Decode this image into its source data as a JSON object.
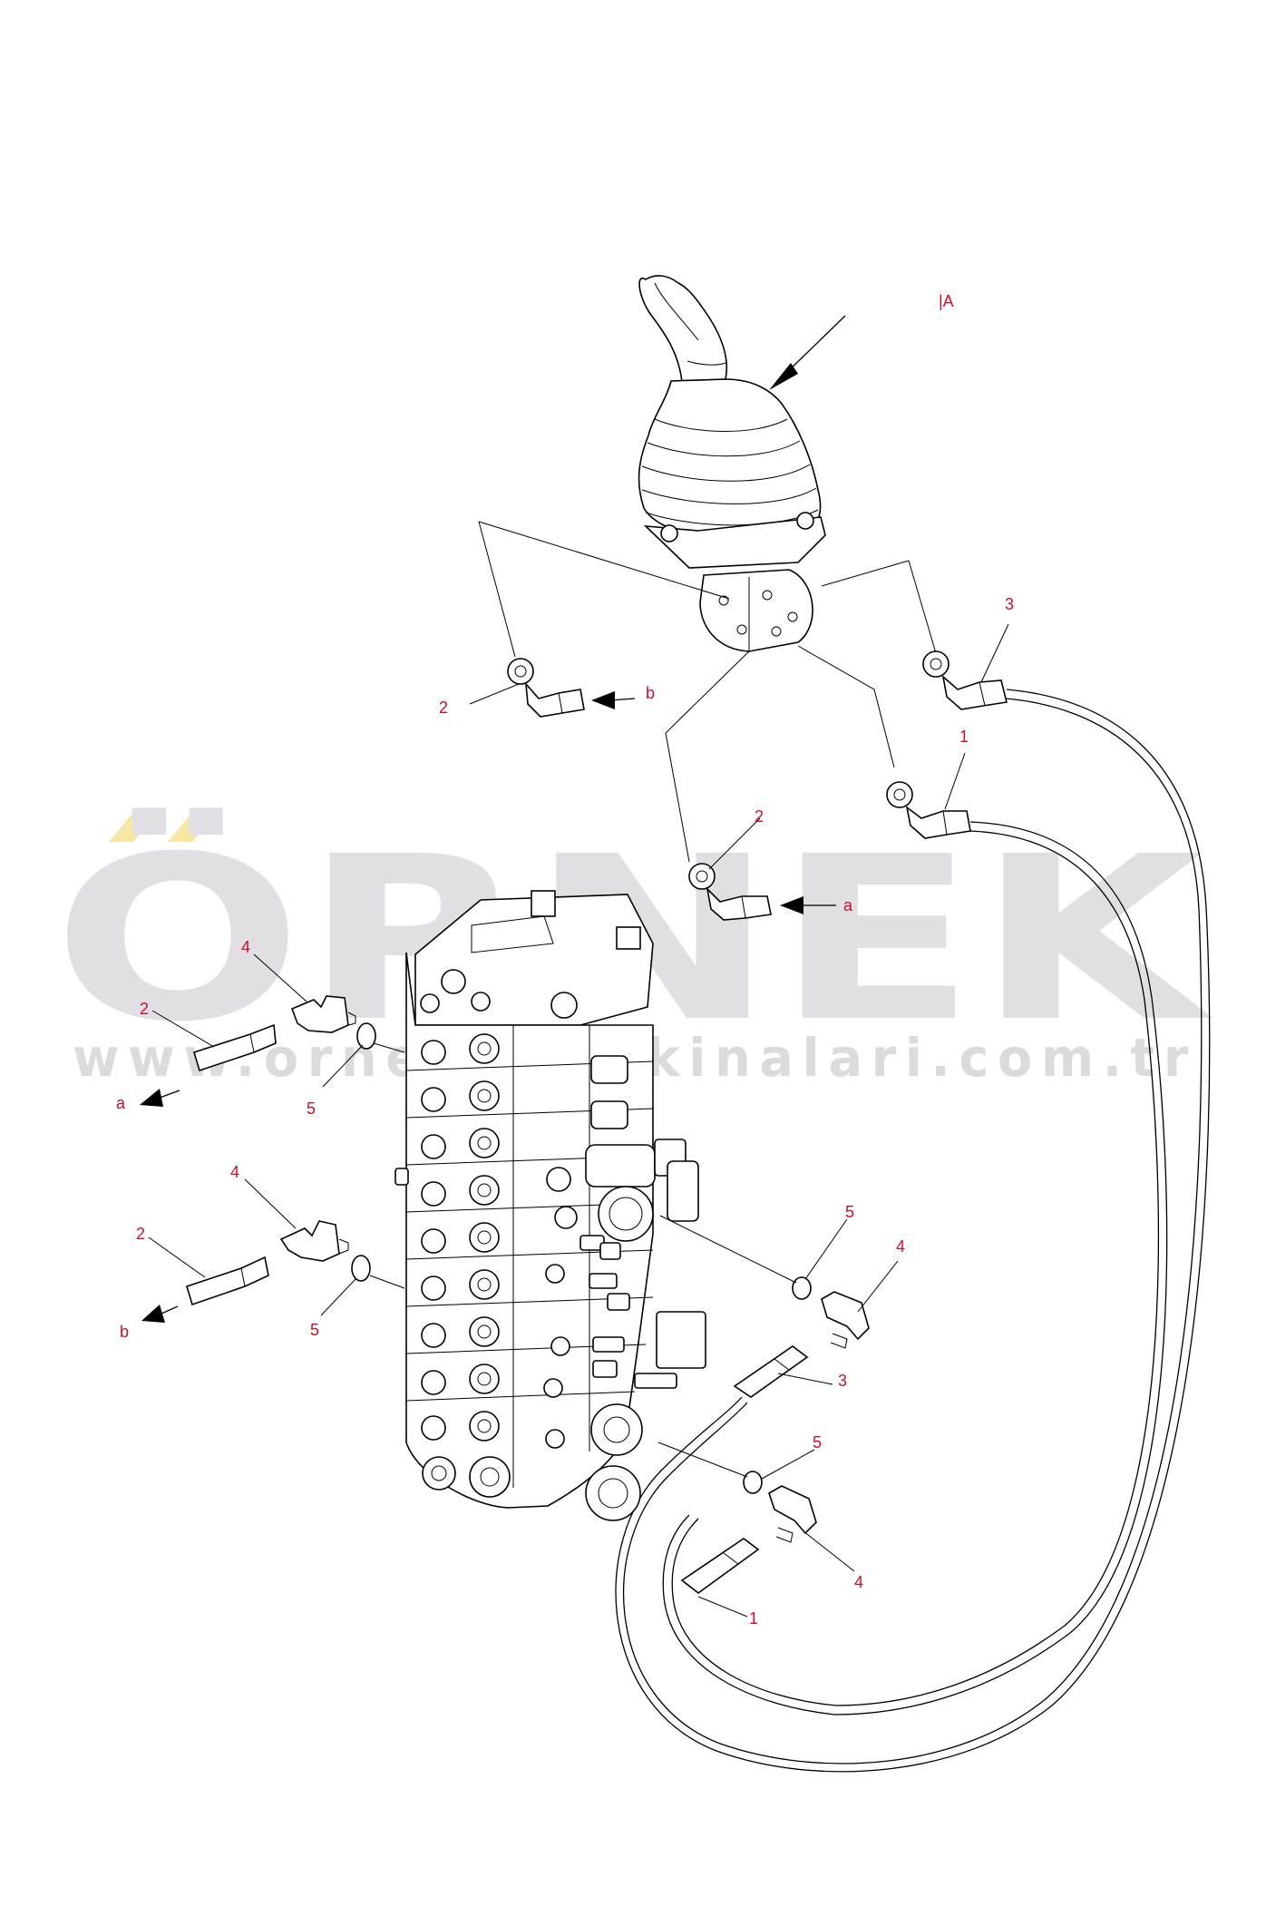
{
  "diagram": {
    "view_label": "|A",
    "callouts": [
      {
        "id": "c-3-top",
        "text": "3"
      },
      {
        "id": "c-1-top",
        "text": "1"
      },
      {
        "id": "c-2-left",
        "text": "2"
      },
      {
        "id": "c-2-mid",
        "text": "2"
      },
      {
        "id": "c-4-a",
        "text": "4"
      },
      {
        "id": "c-2-a",
        "text": "2"
      },
      {
        "id": "c-5-a",
        "text": "5"
      },
      {
        "id": "c-4-b",
        "text": "4"
      },
      {
        "id": "c-2-b",
        "text": "2"
      },
      {
        "id": "c-5-b",
        "text": "5"
      },
      {
        "id": "c-5-r1",
        "text": "5"
      },
      {
        "id": "c-4-r1",
        "text": "4"
      },
      {
        "id": "c-3-r",
        "text": "3"
      },
      {
        "id": "c-5-r2",
        "text": "5"
      },
      {
        "id": "c-4-r2",
        "text": "4"
      },
      {
        "id": "c-1-r",
        "text": "1"
      }
    ],
    "flow_marks": {
      "b_top": "b",
      "a_mid": "a",
      "a_left": "a",
      "b_left": "b"
    }
  },
  "watermark": {
    "brand": "ÖRNEK",
    "url": "www.ornekiumakinalari.com.tr"
  },
  "colors": {
    "callout": "#c8102e",
    "watermark_gray": "#e1dfe3",
    "watermark_accent": "#f7e7a4"
  }
}
